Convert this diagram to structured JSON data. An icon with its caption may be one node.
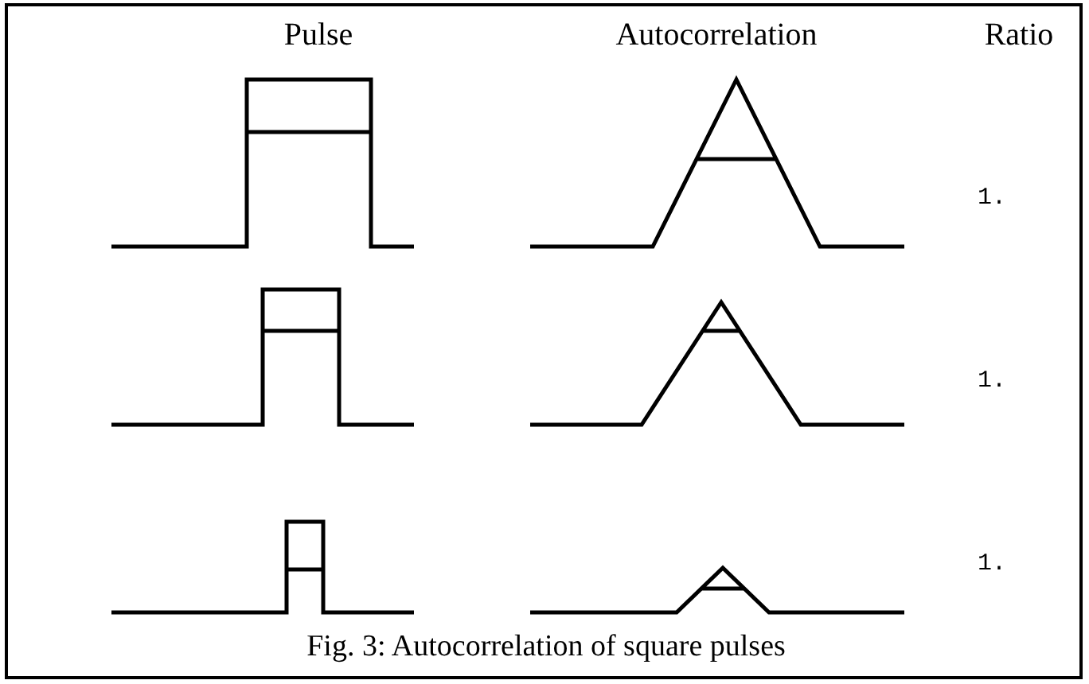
{
  "diagram": {
    "caption": "Fig. 3: Autocorrelation of square pulses",
    "labels": [
      "Pulse",
      "Autocorrelation",
      "Ratio",
      "1.",
      "1.",
      "1."
    ]
  }
}
